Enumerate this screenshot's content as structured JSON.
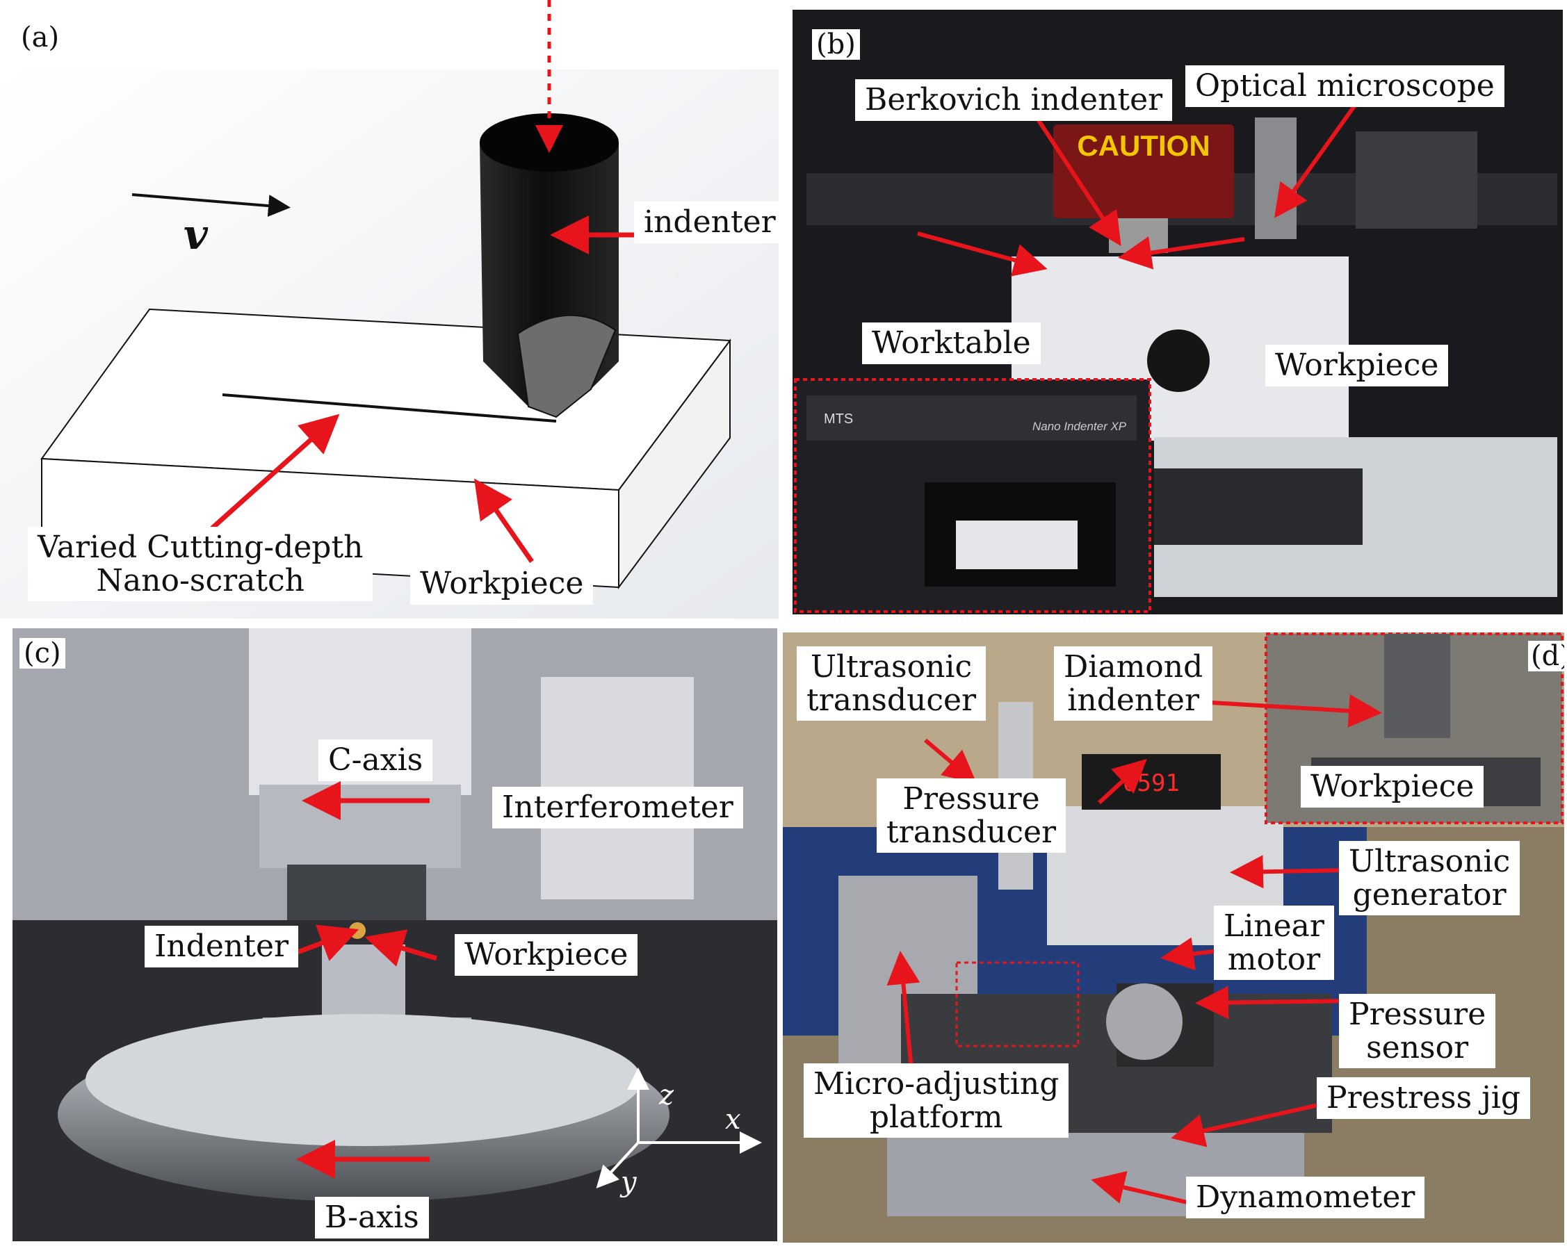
{
  "figure": {
    "panels": {
      "a": {
        "label": "(a)",
        "velocity": "v",
        "indenter": "indenter",
        "scratch_line1": "Varied Cutting-depth",
        "scratch_line2": "Nano-scratch",
        "workpiece": "Workpiece"
      },
      "b": {
        "label": "(b)",
        "berkovich": "Berkovich indenter",
        "microscope": "Optical microscope",
        "worktable": "Worktable",
        "workpiece": "Workpiece",
        "caution": "CAUTION",
        "brand": "MTS",
        "instrument": "Nano Indenter XP"
      },
      "c": {
        "label": "(c)",
        "c_axis": "C-axis",
        "interferometer": "Interferometer",
        "indenter": "Indenter",
        "workpiece": "Workpiece",
        "b_axis": "B-axis",
        "axis_z": "z",
        "axis_x": "x",
        "axis_y": "y"
      },
      "d": {
        "label": "(d)",
        "ultrasonic_transducer_1": "Ultrasonic",
        "ultrasonic_transducer_2": "transducer",
        "diamond_1": "Diamond",
        "diamond_2": "indenter",
        "pressure_transducer_1": "Pressure",
        "pressure_transducer_2": "transducer",
        "workpiece": "Workpiece",
        "ultrasonic_generator_1": "Ultrasonic",
        "ultrasonic_generator_2": "generator",
        "linear_1": "Linear",
        "linear_2": "motor",
        "pressure_sensor_1": "Pressure",
        "pressure_sensor_2": "sensor",
        "micro_1": "Micro-adjusting",
        "micro_2": "platform",
        "prestress": "Prestress jig",
        "dynamometer": "Dynamometer",
        "display": "0591"
      }
    },
    "colors": {
      "arrow": "#e8141b",
      "label_bg": "#ffffff"
    }
  }
}
